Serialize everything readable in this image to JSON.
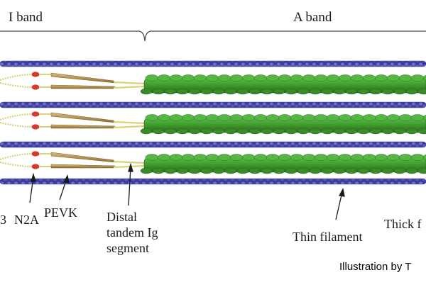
{
  "labels": {
    "i_band": "I band",
    "a_band": "A band",
    "cut_left": "3",
    "n2a": "N2A",
    "pevk": "PEVK",
    "distal": "Distal",
    "tandem_ig": "tandem Ig",
    "segment": "segment",
    "thin_filament": "Thin filament",
    "thick": "Thick f"
  },
  "credit": "Illustration by T",
  "colors": {
    "thin_filament": "#4b4aa8",
    "thick_filament": "#3f9a2e",
    "n2a_marker": "#d23a2a",
    "pevk_spring": "#a88a4c",
    "ig_strand": "#d9d27a"
  }
}
